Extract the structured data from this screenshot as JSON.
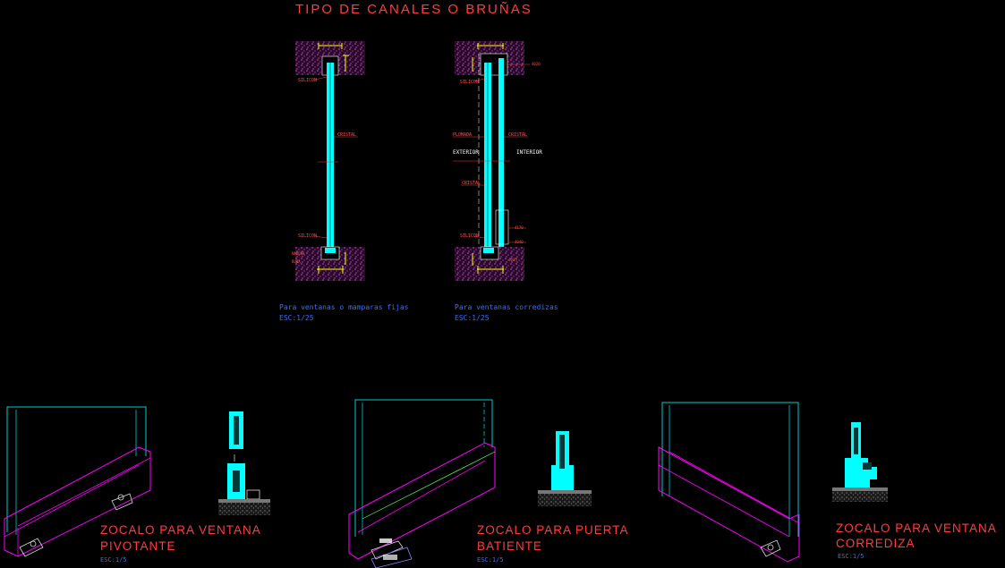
{
  "title": "TIPO DE CANALES O BRUÑAS",
  "sections": {
    "fixed": {
      "labels": {
        "silicon_top": "SILICON",
        "cristal": "CRISTAL",
        "silicon_bottom": "SILICON",
        "bottom_left": "MADERA",
        "bottom_left2": "DURA"
      },
      "caption": "Para ventanas o mamparas fijas",
      "scale": "ESC:1/25"
    },
    "sliding": {
      "labels": {
        "code_top": "4020",
        "silicon_top": "SILICON",
        "plomada": "PLOMADA",
        "cristal": "CRISTAL",
        "exterior": "EXTERIOR",
        "interior": "INTERIOR",
        "cristal2": "CRISTAL",
        "silicon_bottom": "SILICON",
        "code_a": "4170",
        "code_b": "4040",
        "code_c": "4035"
      },
      "caption": "Para ventanas corredizas",
      "scale": "ESC:1/25"
    }
  },
  "zocalos": [
    {
      "line1": "ZOCALO PARA VENTANA",
      "line2": "PIVOTANTE",
      "scale": "ESC:1/5"
    },
    {
      "line1": "ZOCALO PARA PUERTA",
      "line2": "BATIENTE",
      "scale": "ESC:1/5"
    },
    {
      "line1": "ZOCALO PARA VENTANA",
      "line2": "CORREDIZA",
      "scale": "ESC:1/5"
    }
  ],
  "colors": {
    "background": "#000000",
    "glass": "#00ffff",
    "profile": "#ff00ff",
    "wall_hatch": "#b040b0",
    "text_red": "#ff3d3d",
    "text_blue": "#3a6dff",
    "dimension": "#ffff00"
  }
}
